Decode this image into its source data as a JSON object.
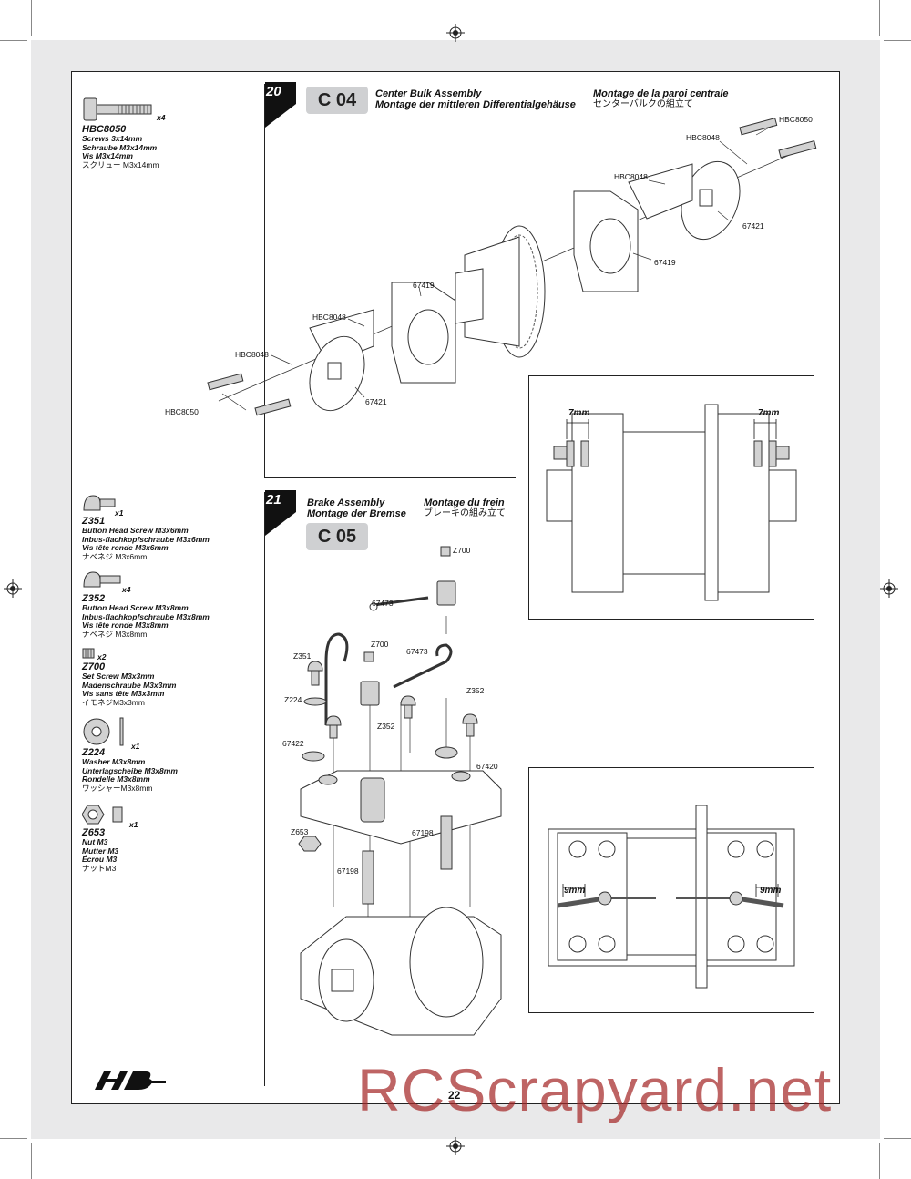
{
  "page": {
    "number": "22",
    "watermark": "RCScrapyard.net"
  },
  "sidebar_parts": [
    {
      "code": "HBC8050",
      "qty": "x4",
      "names": [
        "Screws 3x14mm",
        "Schraube M3x14mm",
        "Vis M3x14mm"
      ],
      "jp": "スクリュー M3x14mm"
    },
    {
      "code": "Z351",
      "qty": "x1",
      "names": [
        "Button Head Screw M3x6mm",
        "Inbus-flachkopfschraube M3x6mm",
        "Vis tête ronde M3x6mm"
      ],
      "jp": "ナベネジ M3x6mm"
    },
    {
      "code": "Z352",
      "qty": "x4",
      "names": [
        "Button Head Screw M3x8mm",
        "Inbus-flachkopfschraube M3x8mm",
        "Vis tête ronde M3x8mm"
      ],
      "jp": "ナベネジ M3x8mm"
    },
    {
      "code": "Z700",
      "qty": "x2",
      "names": [
        "Set Screw M3x3mm",
        "Madenschraube M3x3mm",
        "Vis sans tête M3x3mm"
      ],
      "jp": "イモネジM3x3mm"
    },
    {
      "code": "Z224",
      "qty": "x1",
      "names": [
        "Washer M3x8mm",
        "Unterlagscheibe M3x8mm",
        "Rondelle M3x8mm"
      ],
      "jp": "ワッシャーM3x8mm"
    },
    {
      "code": "Z653",
      "qty": "x1",
      "names": [
        "Nut M3",
        "Mutter M3",
        "Écrou M3"
      ],
      "jp": "ナットM3"
    }
  ],
  "step20": {
    "number": "20",
    "code": "C 04",
    "title_en": "Center Bulk Assembly",
    "title_de": "Montage der mittleren Differentialgehäuse",
    "title_fr": "Montage de la paroi centrale",
    "title_jp": "センターバルクの組立て",
    "labels": {
      "hbc8050_a": "HBC8050",
      "hbc8048_a": "HBC8048",
      "hbc8048_b": "HBC8048",
      "p67421_a": "67421",
      "p67419_a": "67419",
      "p67419_b": "67419",
      "hbc8048_c": "HBC8048",
      "hbc8048_d": "HBC8048",
      "hbc8050_b": "HBC8050",
      "p67421_b": "67421"
    },
    "detail": {
      "left": "7mm",
      "right": "7mm"
    }
  },
  "step21": {
    "number": "21",
    "code": "C 05",
    "title_en": "Brake Assembly",
    "title_de": "Montage der Bremse",
    "title_fr": "Montage du frein",
    "title_jp": "ブレーキの組み立て",
    "labels": {
      "z700_a": "Z700",
      "p67473_a": "67473",
      "z700_b": "Z700",
      "p67473_b": "67473",
      "z351": "Z351",
      "z224": "Z224",
      "z352_a": "Z352",
      "z352_b": "Z352",
      "p67422": "67422",
      "p67420": "67420",
      "z653": "Z653",
      "p67198_a": "67198",
      "p67198_b": "67198"
    },
    "detail": {
      "left": "9mm",
      "right": "9mm"
    }
  }
}
